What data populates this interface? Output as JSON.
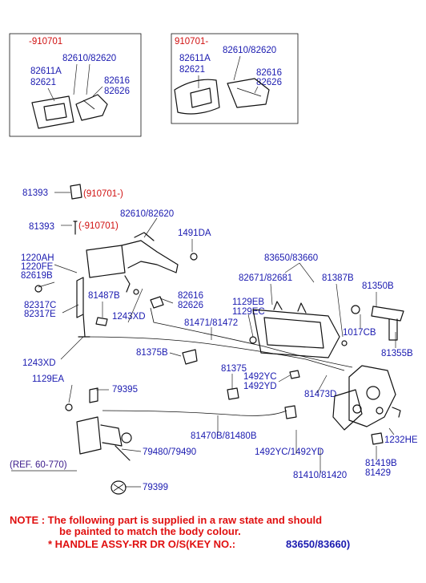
{
  "inset_left": {
    "date": "-910701",
    "labels": [
      "82610/82620",
      "82611A",
      "82621",
      "82616",
      "82626"
    ]
  },
  "inset_right": {
    "date": "910701-",
    "labels": [
      "82610/82620",
      "82611A",
      "82621",
      "82616",
      "82626"
    ]
  },
  "callouts": {
    "c81393a": "81393",
    "c910701_after": "(910701-)",
    "c81393b": "81393",
    "c910701_before": "(-910701)",
    "c82610": "82610/82620",
    "c1491DA": "1491DA",
    "c1220AH": "1220AH",
    "c1220FE": "1220FE",
    "c82619B": "82619B",
    "c82317C": "82317C",
    "c82317E": "82317E",
    "c81487B": "81487B",
    "c1243XDa": "1243XD",
    "c82616": "82616",
    "c82626": "82626",
    "c83650": "83650/83660",
    "c82671": "82671/82681",
    "c81387B": "81387B",
    "c81350B": "81350B",
    "c1129EB": "1129EB",
    "c1129EC": "1129EC",
    "c81471": "81471/81472",
    "c1017CB": "1017CB",
    "c81355B": "81355B",
    "c1243XDb": "1243XD",
    "c81375B": "81375B",
    "c81375": "81375",
    "c1492YCa": "1492YC",
    "c1492YDa": "1492YD",
    "c1129EA": "1129EA",
    "c79395": "79395",
    "c81473D": "81473D",
    "c81470B": "81470B/81480B",
    "c1232HE": "1232HE",
    "c79480": "79480/79490",
    "cRef": "(REF. 60-770)",
    "c1492YCb": "1492YC/1492YD",
    "c81419B": "81419B",
    "c81429": "81429",
    "c81410": "81410/81420",
    "c79399": "79399"
  },
  "note": {
    "line1": "NOTE : The following part is supplied in a raw state and should",
    "line2": "be painted to match the body colour.",
    "line3_prefix": "* HANDLE ASSY-RR DR O/S(KEY NO.:",
    "line3_keys": "83650/83660)"
  },
  "colors": {
    "label": "#1a1ab0",
    "date_code": "#d01010",
    "note": "#e01010",
    "ref": "#3a1a8a"
  },
  "icons": [
    "door-handle-icon",
    "door-lock-actuator-icon",
    "door-latch-icon",
    "door-hinge-icon",
    "cable-rod-icon"
  ]
}
